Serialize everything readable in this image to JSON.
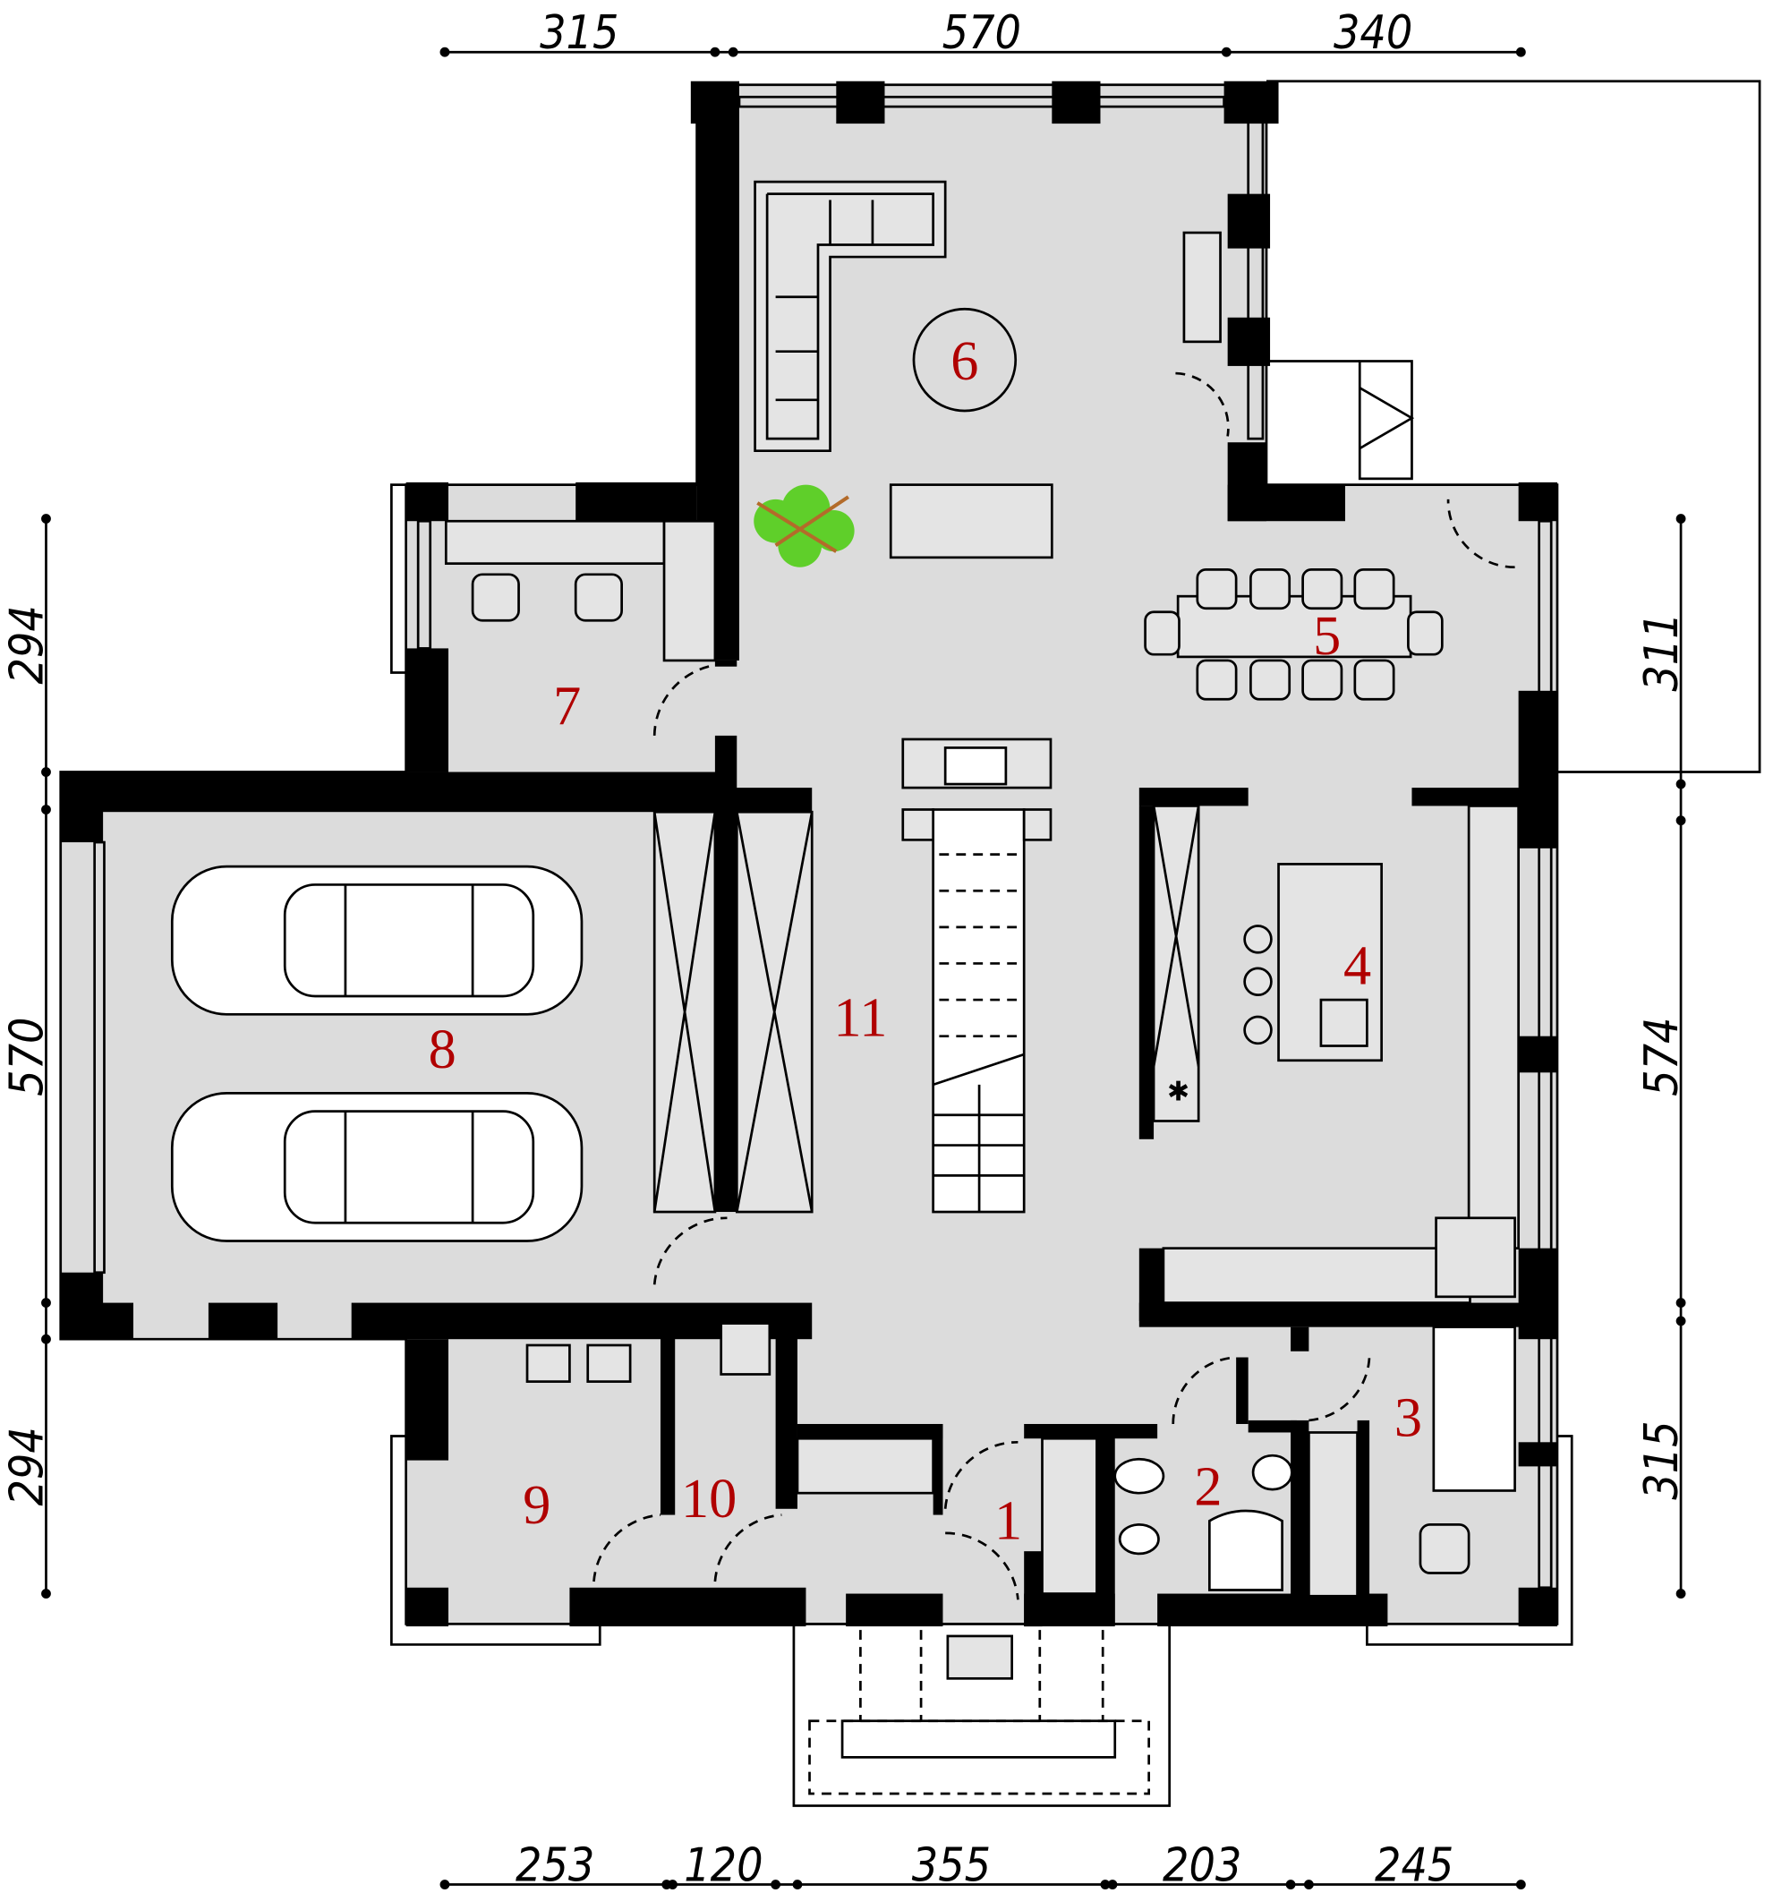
{
  "title": "Ground floor plan",
  "dimensions": {
    "top": [
      "315",
      "570",
      "340"
    ],
    "bottom": [
      "253",
      "120",
      "355",
      "203",
      "245"
    ],
    "left": [
      "294",
      "570",
      "294"
    ],
    "right": [
      "311",
      "574",
      "315"
    ]
  },
  "rooms": [
    "1",
    "2",
    "3",
    "4",
    "5",
    "6",
    "7",
    "8",
    "9",
    "10",
    "11"
  ],
  "colors": {
    "floor": "#dcdcdc",
    "wall": "#000000",
    "label": "#b00000",
    "plant": "#5fcf2a"
  }
}
